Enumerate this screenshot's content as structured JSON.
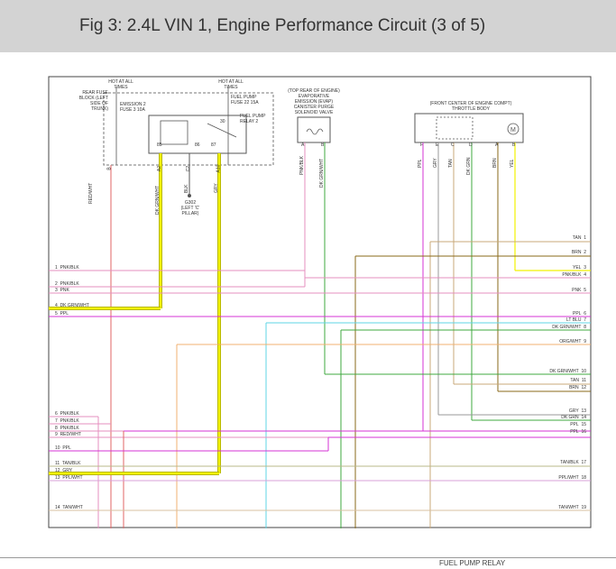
{
  "header": {
    "title": "Fig 3: 2.4L VIN 1, Engine Performance Circuit (3 of 5)"
  },
  "diagram": {
    "top_labels": {
      "hot_left": "HOT AT ALL TIMES",
      "hot_right": "HOT AT ALL TIMES",
      "rear_fuse_block": "REAR FUSE BLOCK (LEFT SIDE OF TRUNK)",
      "emission_fuse": "EMISSION 2 FUSE 3 10A",
      "fuel_pump_fuse": "FUEL PUMP FUSE 22 15A",
      "fuel_pump_relay": "FUEL PUMP RELAY 2",
      "evap_title": "(TOP REAR OF ENGINE) EVAPORATIVE EMISSION (EVAP) CANISTER PURGE SOLENOID VALVE",
      "throttle_title": "(FRONT CENTER OF ENGINE COMPT) THROTTLE BODY",
      "ground": "G302 (LEFT 'C' PILLAR)",
      "relay_pins": [
        "85",
        "86",
        "87",
        "30"
      ],
      "relay_wires": [
        "RED/WHT",
        "DK GRN/WHT",
        "BLK",
        "GRY"
      ],
      "relay_pin_ids": [
        "B",
        "A2",
        "C2",
        "A10"
      ],
      "evap_wires": [
        "PNK/BLK",
        "DK GRN/WHT"
      ],
      "evap_pins": [
        "A",
        "B"
      ],
      "tb_wires": [
        "PPL",
        "GRY",
        "TAN",
        "DK GRN",
        "BRN",
        "YEL"
      ],
      "tb_pins": [
        "F",
        "E",
        "C",
        "D",
        "A",
        "B"
      ]
    },
    "left_labels": [
      {
        "num": "1",
        "text": "PNK/BLK"
      },
      {
        "num": "2",
        "text": "PNK/BLK"
      },
      {
        "num": "3",
        "text": "PNK"
      },
      {
        "num": "4",
        "text": "DK GRN/WHT"
      },
      {
        "num": "5",
        "text": "PPL"
      },
      {
        "num": "6",
        "text": "PNK/BLK"
      },
      {
        "num": "7",
        "text": "PNK/BLK"
      },
      {
        "num": "8",
        "text": "PNK/BLK"
      },
      {
        "num": "9",
        "text": "RED/WHT"
      },
      {
        "num": "10",
        "text": "PPL"
      },
      {
        "num": "11",
        "text": "TAN/BLK"
      },
      {
        "num": "12",
        "text": "GRY"
      },
      {
        "num": "13",
        "text": "PPL/WHT"
      },
      {
        "num": "14",
        "text": "TAN/WHT"
      }
    ],
    "right_labels": [
      {
        "num": "1",
        "text": "TAN"
      },
      {
        "num": "2",
        "text": "BRN"
      },
      {
        "num": "3",
        "text": "YEL"
      },
      {
        "num": "4",
        "text": "PNK/BLK"
      },
      {
        "num": "5",
        "text": "PNK"
      },
      {
        "num": "6",
        "text": "PPL"
      },
      {
        "num": "7",
        "text": "LT BLU"
      },
      {
        "num": "8",
        "text": "DK GRN/WHT"
      },
      {
        "num": "9",
        "text": "ORG/WHT"
      },
      {
        "num": "10",
        "text": "DK GRN/WHT"
      },
      {
        "num": "11",
        "text": "TAN"
      },
      {
        "num": "12",
        "text": "BRN"
      },
      {
        "num": "13",
        "text": "GRY"
      },
      {
        "num": "14",
        "text": "DK GRN"
      },
      {
        "num": "15",
        "text": "PPL"
      },
      {
        "num": "16",
        "text": "PPL"
      },
      {
        "num": "17",
        "text": "TAN/BLK"
      },
      {
        "num": "18",
        "text": "PPL/WHT"
      },
      {
        "num": "19",
        "text": "TAN/WHT"
      }
    ],
    "colors": {
      "pink": "#e58fbf",
      "magenta": "#d633d6",
      "yellow": "#f2f200",
      "yellow_edge": "#a6a600",
      "green": "#3fa83f",
      "tan": "#c8a878",
      "brown": "#8a6a1a",
      "cyan": "#5fd6e6",
      "orange": "#f0b070",
      "red": "#e06666",
      "gray": "#999999",
      "olive": "#8f8f3a"
    }
  },
  "footer": {
    "text": "FUEL PUMP RELAY"
  }
}
